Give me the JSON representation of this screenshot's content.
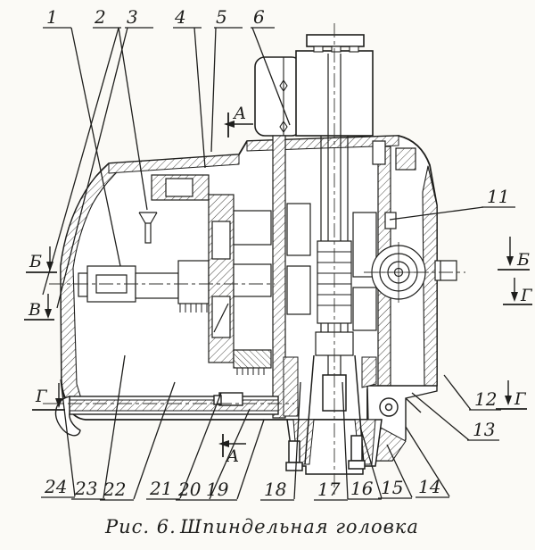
{
  "figure": {
    "caption_prefix": "Рис. 6.",
    "caption_title": "Шпиндельная  головка"
  },
  "callouts": {
    "top": [
      {
        "label": "1"
      },
      {
        "label": "2"
      },
      {
        "label": "3"
      },
      {
        "label": "4"
      },
      {
        "label": "5"
      },
      {
        "label": "6"
      }
    ],
    "right": [
      {
        "label": "11"
      },
      {
        "label": "12"
      },
      {
        "label": "13"
      }
    ],
    "bottom": [
      {
        "label": "24"
      },
      {
        "label": "23"
      },
      {
        "label": "22"
      },
      {
        "label": "21"
      },
      {
        "label": "20"
      },
      {
        "label": "19"
      },
      {
        "label": "18"
      },
      {
        "label": "17"
      },
      {
        "label": "16"
      },
      {
        "label": "15"
      },
      {
        "label": "14"
      }
    ]
  },
  "section_markers": {
    "top_a": {
      "label": "А"
    },
    "bottom_a": {
      "label": "А"
    },
    "left": [
      {
        "label": "Б"
      },
      {
        "label": "В"
      },
      {
        "label": "Г"
      }
    ],
    "right": [
      {
        "label": "Б"
      },
      {
        "label": "Г"
      },
      {
        "label": "Г"
      }
    ]
  },
  "colors": {
    "ink": "#1e1e1c",
    "paper": "#fbfaf6"
  }
}
